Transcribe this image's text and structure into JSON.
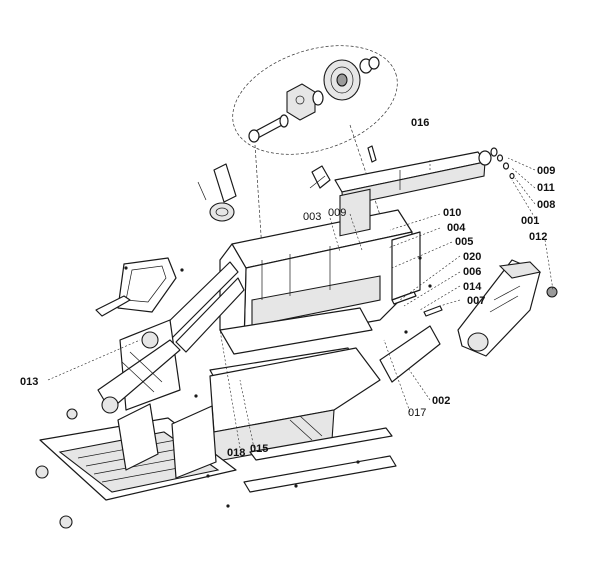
{
  "parts": [
    {
      "id": "p001",
      "label": "001",
      "bold": true
    },
    {
      "id": "p002",
      "label": "002",
      "bold": true
    },
    {
      "id": "p003",
      "label": "003",
      "bold": false
    },
    {
      "id": "p004",
      "label": "004",
      "bold": true
    },
    {
      "id": "p005",
      "label": "005",
      "bold": true
    },
    {
      "id": "p006",
      "label": "006",
      "bold": true
    },
    {
      "id": "p007",
      "label": "007",
      "bold": true
    },
    {
      "id": "p008",
      "label": "008",
      "bold": true
    },
    {
      "id": "p009a",
      "label": "009",
      "bold": true
    },
    {
      "id": "p009b",
      "label": "009",
      "bold": false
    },
    {
      "id": "p010",
      "label": "010",
      "bold": true
    },
    {
      "id": "p011",
      "label": "011",
      "bold": true
    },
    {
      "id": "p012",
      "label": "012",
      "bold": true
    },
    {
      "id": "p013",
      "label": "013",
      "bold": true
    },
    {
      "id": "p014",
      "label": "014",
      "bold": true
    },
    {
      "id": "p015",
      "label": "015",
      "bold": true
    },
    {
      "id": "p016",
      "label": "016",
      "bold": true
    },
    {
      "id": "p017",
      "label": "017",
      "bold": false
    },
    {
      "id": "p018",
      "label": "018",
      "bold": true
    },
    {
      "id": "p020",
      "label": "020",
      "bold": true
    }
  ]
}
